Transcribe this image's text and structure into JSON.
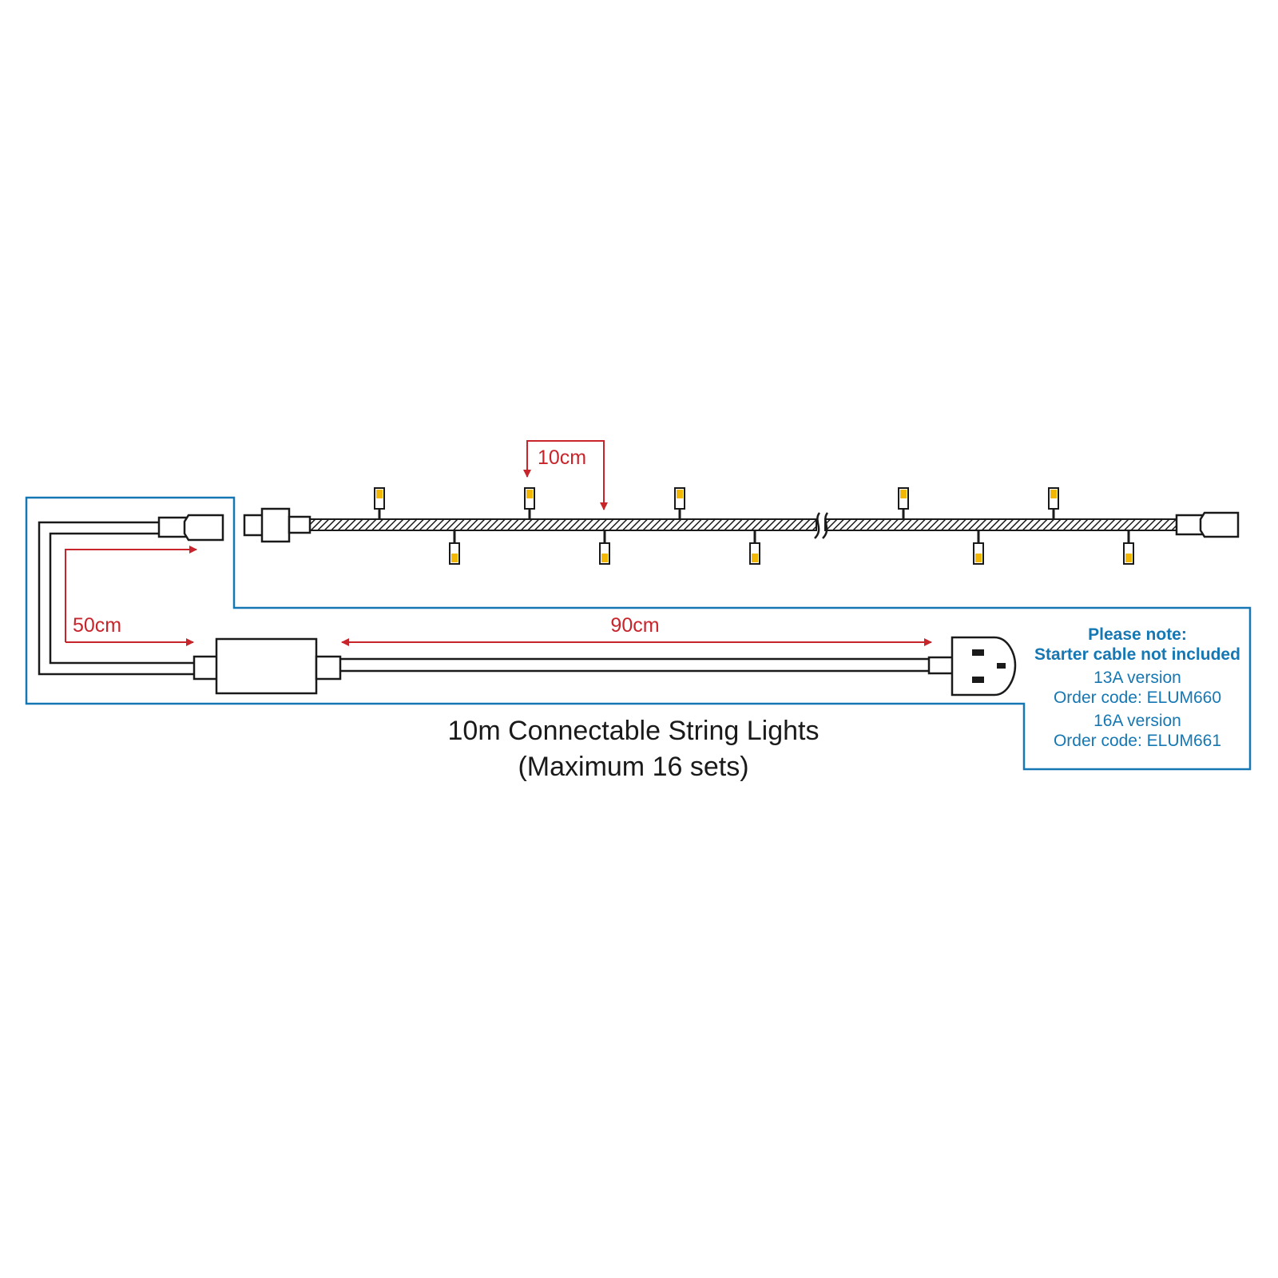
{
  "labels": {
    "spacing_bulbs": "10cm",
    "lead_50": "50cm",
    "lead_90": "90cm"
  },
  "title": {
    "line1": "10m Connectable String Lights",
    "line2": "(Maximum 16 sets)"
  },
  "note": {
    "heading": "Please note:",
    "subheading": "Starter cable not included",
    "v13_version": "13A version",
    "v13_code": "Order code: ELUM660",
    "v16_version": "16A version",
    "v16_code": "Order code: ELUM661"
  },
  "colors": {
    "cable": "#1a1a1a",
    "dimension": "#c8242b",
    "note_outline": "#1577b3",
    "bulb": "#f2b705"
  }
}
